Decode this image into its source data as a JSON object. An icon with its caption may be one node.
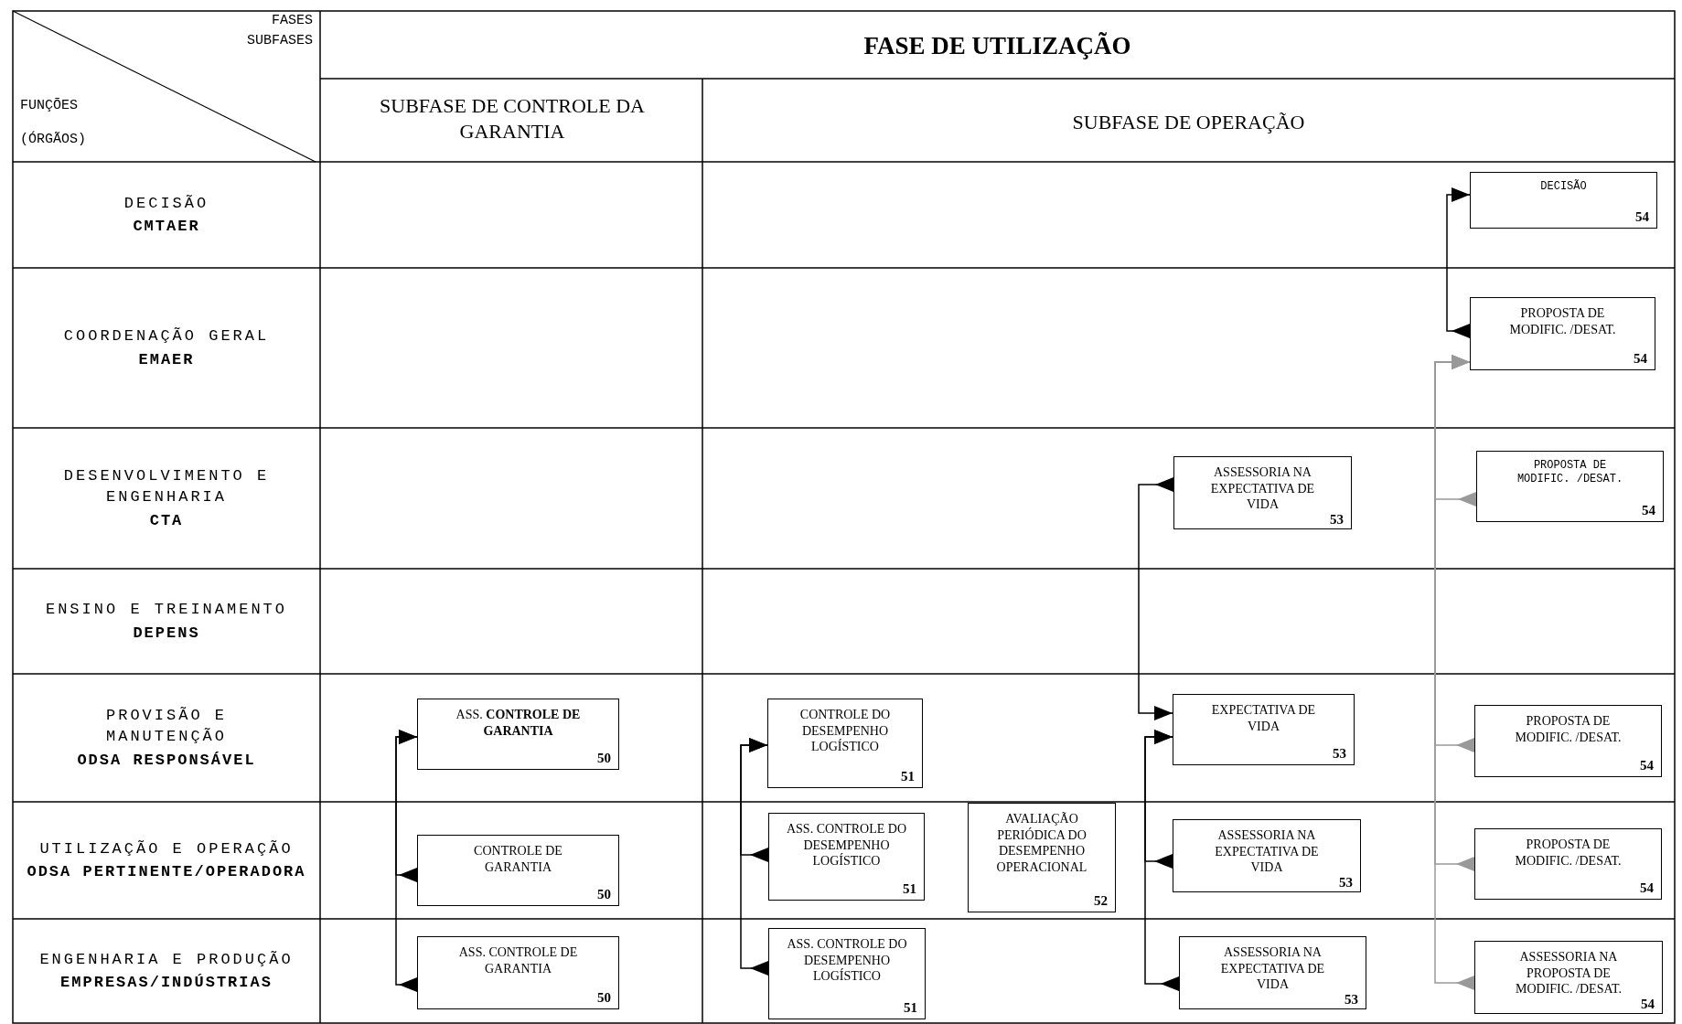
{
  "diagram": {
    "nodes": [
      {
        "text": [
          "DECISÃO",
          "54"
        ]
      },
      {
        "text": [
          "PROPOSTA DE MODIFIC. /DESAT.",
          "54"
        ]
      },
      {
        "text": [
          "ASSESSORIA NA EXPECTATIVA DE VIDA",
          "53"
        ]
      },
      {
        "text": [
          "PROPOSTA DE MODIFIC. /DESAT.",
          "54"
        ]
      },
      {
        "text": [
          "ASS. **CONTROLE DE GARANTIA**",
          "50"
        ]
      },
      {
        "text": [
          "CONTROLE DO DESEMPENHO LOGÍSTICO",
          "51"
        ]
      },
      {
        "text": [
          "EXPECTATIVA DE VIDA",
          "53"
        ]
      },
      {
        "text": [
          "PROPOSTA DE MODIFIC. /DESAT.",
          "54"
        ]
      },
      {
        "text": [
          "CONTROLE DE GARANTIA",
          "50"
        ]
      },
      {
        "text": [
          "ASS. CONTROLE DO DESEMPENHO LOGÍSTICO",
          "51"
        ]
      },
      {
        "text": [
          "AVALIAÇÃO PERIÓDICA DO DESEMPENHO OPERACIONAL",
          "52"
        ]
      },
      {
        "text": [
          "ASSESSORIA NA EXPECTATIVA DE VIDA",
          "53"
        ]
      },
      {
        "text": [
          "PROPOSTA DE MODIFIC. /DESAT.",
          "54"
        ]
      },
      {
        "text": [
          "ASS. CONTROLE DE GARANTIA",
          "50"
        ]
      },
      {
        "text": [
          "ASS. CONTROLE DO DESEMPENHO LOGÍSTICO",
          "51"
        ]
      },
      {
        "text": [
          "ASSESSORIA NA EXPECTATIVA DE VIDA",
          "53"
        ]
      },
      {
        "text": [
          "ASSESSORIA NA PROPOSTA DE MODIFIC. /DESAT.",
          "54"
        ]
      }
    ],
    "edges": [
      {
        "from": 8,
        "to": 4,
        "arrow": "to"
      },
      {
        "from": 13,
        "to": 4,
        "arrow": "to"
      },
      {
        "from": 9,
        "to": 5,
        "arrow": "to"
      },
      {
        "from": 14,
        "to": 5,
        "arrow": "to"
      },
      {
        "from": 2,
        "to": 6,
        "arrow": "to"
      },
      {
        "from": 11,
        "to": 6,
        "arrow": "to"
      },
      {
        "from": 15,
        "to": 6,
        "arrow": "to"
      },
      {
        "from": 3,
        "to": 1,
        "arrow": "to",
        "color": "#999999"
      },
      {
        "from": 7,
        "to": 1,
        "arrow": "to",
        "color": "#999999"
      },
      {
        "from": 12,
        "to": 1,
        "arrow": "to",
        "color": "#999999"
      },
      {
        "from": 16,
        "to": 1,
        "arrow": "to",
        "color": "#999999"
      },
      {
        "from": 1,
        "to": 0,
        "arrow": "to"
      }
    ],
    "labels": [
      "FASES",
      "SUBFASES",
      "FUNÇÕES",
      "(ÓRGÃOS)",
      "FASE DE UTILIZAÇÃO",
      "SUBFASE DE CONTROLE DA GARANTIA",
      "SUBFASE DE OPERAÇÃO",
      "DECISÃO",
      "CMTAER",
      "COORDENAÇÃO GERAL",
      "EMAER",
      "DESENVOLVIMENTO E ENGENHARIA",
      "CTA",
      "ENSINO E TREINAMENTO",
      "DEPENS",
      "PROVISÃO E MANUTENÇÃO",
      "ODSA RESPONSÁVEL",
      "UTILIZAÇÃO E OPERAÇÃO",
      "ODSA PERTINENTE/OPERADORA",
      "ENGENHARIA E PRODUÇÃO",
      "EMPRESAS/INDÚSTRIAS"
    ]
  }
}
